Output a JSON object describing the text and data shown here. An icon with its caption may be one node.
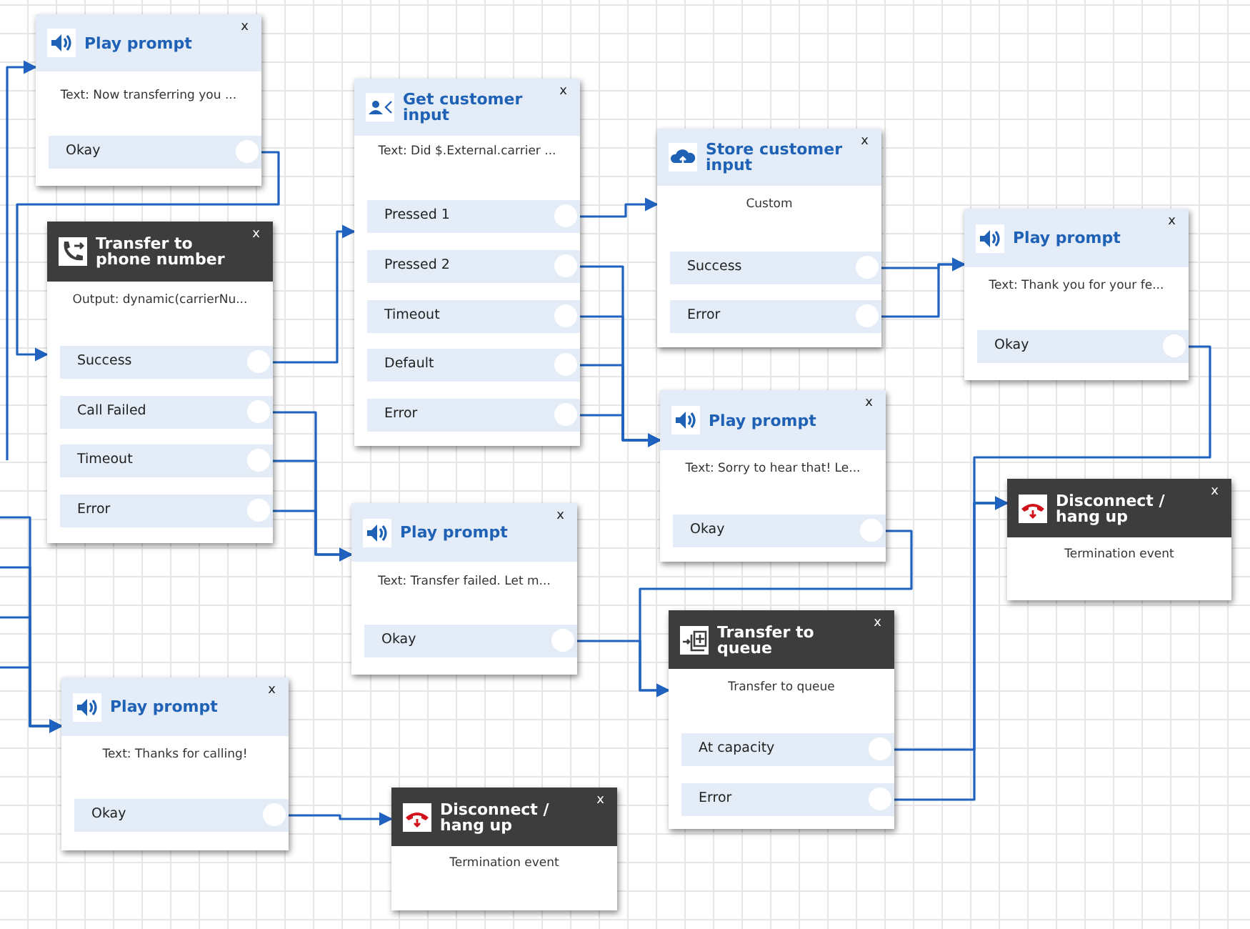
{
  "diagram": {
    "nodes": [
      {
        "text": [
          "Play prompt",
          "Text: Now transferring you ...",
          "x"
        ]
      },
      {
        "text": [
          "Okay"
        ],
        "in": 0
      },
      {
        "text": [
          "Get customer input",
          "Text: Did $.External.carrier ...",
          "x"
        ]
      },
      {
        "text": [
          "Pressed 1"
        ],
        "in": 2
      },
      {
        "text": [
          "Pressed 2"
        ],
        "in": 2
      },
      {
        "text": [
          "Timeout"
        ],
        "in": 2
      },
      {
        "text": [
          "Default"
        ],
        "in": 2
      },
      {
        "text": [
          "Error"
        ],
        "in": 2
      },
      {
        "text": [
          "Store customer input",
          "Custom",
          "x"
        ]
      },
      {
        "text": [
          "Success"
        ],
        "in": 8
      },
      {
        "text": [
          "Error"
        ],
        "in": 8
      },
      {
        "text": [
          "Transfer to phone number",
          "Output: dynamic(carrierNu...",
          "x"
        ]
      },
      {
        "text": [
          "Success"
        ],
        "in": 11
      },
      {
        "text": [
          "Call Failed"
        ],
        "in": 11
      },
      {
        "text": [
          "Timeout"
        ],
        "in": 11
      },
      {
        "text": [
          "Error"
        ],
        "in": 11
      },
      {
        "text": [
          "Play prompt",
          "Text: Thank you for your fe...",
          "x"
        ]
      },
      {
        "text": [
          "Okay"
        ],
        "in": 16
      },
      {
        "text": [
          "Play prompt",
          "Text: Sorry to hear that! Le...",
          "x"
        ]
      },
      {
        "text": [
          "Okay"
        ],
        "in": 18
      },
      {
        "text": [
          "Disconnect / hang up",
          "Termination event",
          "x"
        ]
      },
      {
        "text": [
          "Play prompt",
          "Text: Transfer failed. Let m...",
          "x"
        ]
      },
      {
        "text": [
          "Okay"
        ],
        "in": 21
      },
      {
        "text": [
          "Transfer to queue",
          "Transfer to queue",
          "x"
        ]
      },
      {
        "text": [
          "At capacity"
        ],
        "in": 23
      },
      {
        "text": [
          "Error"
        ],
        "in": 23
      },
      {
        "text": [
          "Play prompt",
          "Text: Thanks for calling!",
          "x"
        ]
      },
      {
        "text": [
          "Okay"
        ],
        "in": 26
      },
      {
        "text": [
          "Disconnect / hang up",
          "Termination event",
          "x"
        ]
      }
    ],
    "edges": [
      {
        "from": null,
        "to": 0,
        "arrow": "to"
      },
      {
        "from": 1,
        "to": 11,
        "arrow": "to"
      },
      {
        "from": 12,
        "to": 2,
        "arrow": "to"
      },
      {
        "from": 13,
        "to": 21,
        "arrow": "to"
      },
      {
        "from": 14,
        "to": 21,
        "arrow": "to"
      },
      {
        "from": 15,
        "to": 21,
        "arrow": "to"
      },
      {
        "from": 3,
        "to": 8,
        "arrow": "to"
      },
      {
        "from": 4,
        "to": 18,
        "arrow": "to"
      },
      {
        "from": 5,
        "to": 18,
        "arrow": "to"
      },
      {
        "from": 6,
        "to": 18,
        "arrow": "to"
      },
      {
        "from": 7,
        "to": 18,
        "arrow": "to"
      },
      {
        "from": 9,
        "to": 16,
        "arrow": "to"
      },
      {
        "from": 10,
        "to": 16,
        "arrow": "to"
      },
      {
        "from": 17,
        "to": 20,
        "arrow": "to"
      },
      {
        "from": 19,
        "to": 23,
        "arrow": "to"
      },
      {
        "from": 22,
        "to": 23,
        "arrow": "to"
      },
      {
        "from": 24,
        "to": 20,
        "arrow": "to"
      },
      {
        "from": 25,
        "to": 20,
        "arrow": "to"
      },
      {
        "from": null,
        "to": 26,
        "arrow": "to"
      },
      {
        "from": null,
        "to": 26,
        "arrow": "to"
      },
      {
        "from": null,
        "to": 26,
        "arrow": "to"
      },
      {
        "from": null,
        "to": 26,
        "arrow": "to"
      },
      {
        "from": 27,
        "to": 28,
        "arrow": "to"
      }
    ]
  }
}
